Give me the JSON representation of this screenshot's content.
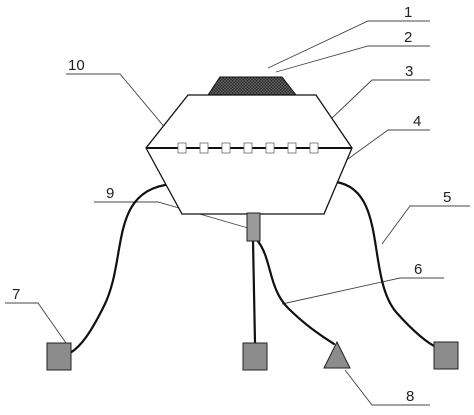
{
  "diagram": {
    "labels": {
      "l1": "1",
      "l2": "2",
      "l3": "3",
      "l4": "4",
      "l5": "5",
      "l6": "6",
      "l7": "7",
      "l8": "8",
      "l9": "9",
      "l10": "10"
    },
    "colors": {
      "top_cap": "#2a2a2a",
      "sensor_box": "#8c8c8c",
      "connector": "#9a9a9a",
      "outline": "#111111"
    }
  }
}
